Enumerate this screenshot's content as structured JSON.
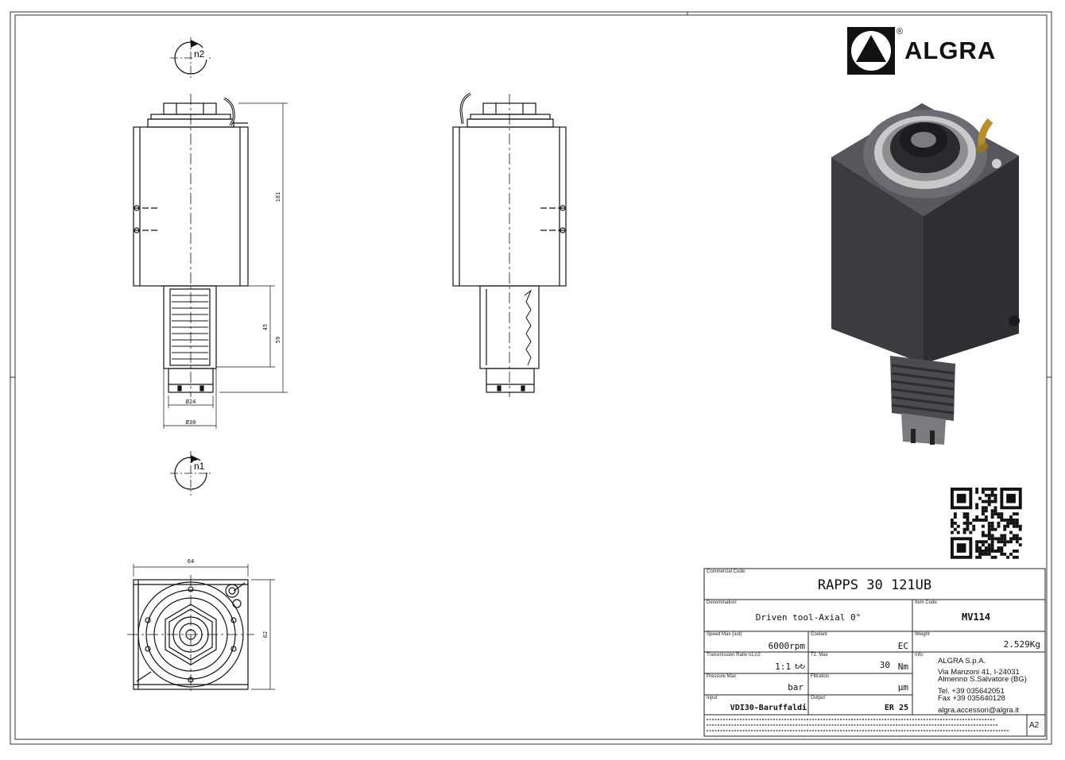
{
  "brand": {
    "name": "ALGRA",
    "registered": "®"
  },
  "dimensions": {
    "height_total": "181",
    "shank_length": "45",
    "shank_total": "59",
    "collet_dia": "Ø24",
    "shank_dia": "Ø30",
    "width": "64",
    "depth": "62"
  },
  "rotation": {
    "output": "n2",
    "input": "n1"
  },
  "title_block": {
    "commercial_code_label": "Commercial Code:",
    "commercial_code": "RAPPS 30 121UB",
    "denomination_label": "Denomination:",
    "denomination": "Driven tool-Axial 0°",
    "item_code_label": "Item Code:",
    "item_code": "MV114",
    "speed_max_label": "Speed Max (out)",
    "speed_max": "6000rpm",
    "coolant_label": "Coolant",
    "coolant": "EC",
    "weight_label": "Weight",
    "weight": "2.529Kg",
    "ratio_label": "Transmission Ratio n1:n2",
    "ratio": "1:1",
    "ratio_symbol": "↻↻",
    "torque_label": "T2. Max",
    "torque_value": "30",
    "torque_unit": "Nm",
    "pressure_label": "Pressure Max",
    "pressure_unit": "bar",
    "filtration_label": "Filtration",
    "filtration_unit": "µm",
    "input_label": "Input",
    "input": "VDI30-Baruffaldi",
    "output_label": "Output",
    "output": "ER 25",
    "info_label": "Info:",
    "info_lines": [
      "ALGRA S.p.A.",
      "Via Manzoni 41, I-24031",
      "Almenno S.Salvatore (BG)",
      "Tel. +39 035642051",
      "Fax +39 035640128",
      "algra.accessori@algra.it"
    ],
    "sheet_size": "A2"
  }
}
